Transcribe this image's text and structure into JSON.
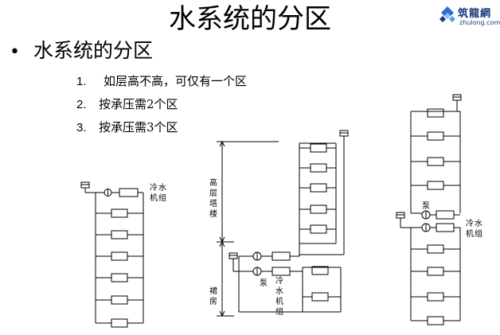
{
  "title": "水系统的分区",
  "logo": {
    "name": "筑龍網",
    "url": "zhulong.com"
  },
  "bullet": {
    "heading": "水系统的分区"
  },
  "list": [
    {
      "num": "1.",
      "text": "如层高不高，可仅有一个区"
    },
    {
      "num": "2.",
      "text": "按承压需2个区"
    },
    {
      "num": "3.",
      "text": "按承压需3个区"
    }
  ],
  "diagram1": {
    "chiller": "冷水机组"
  },
  "diagram2": {
    "upper_zone": "高层塔楼",
    "lower_zone": "裙房",
    "pump": "泵",
    "chiller": "冷水机组"
  },
  "diagram3": {
    "pump": "泵",
    "chiller": "冷水机组"
  }
}
